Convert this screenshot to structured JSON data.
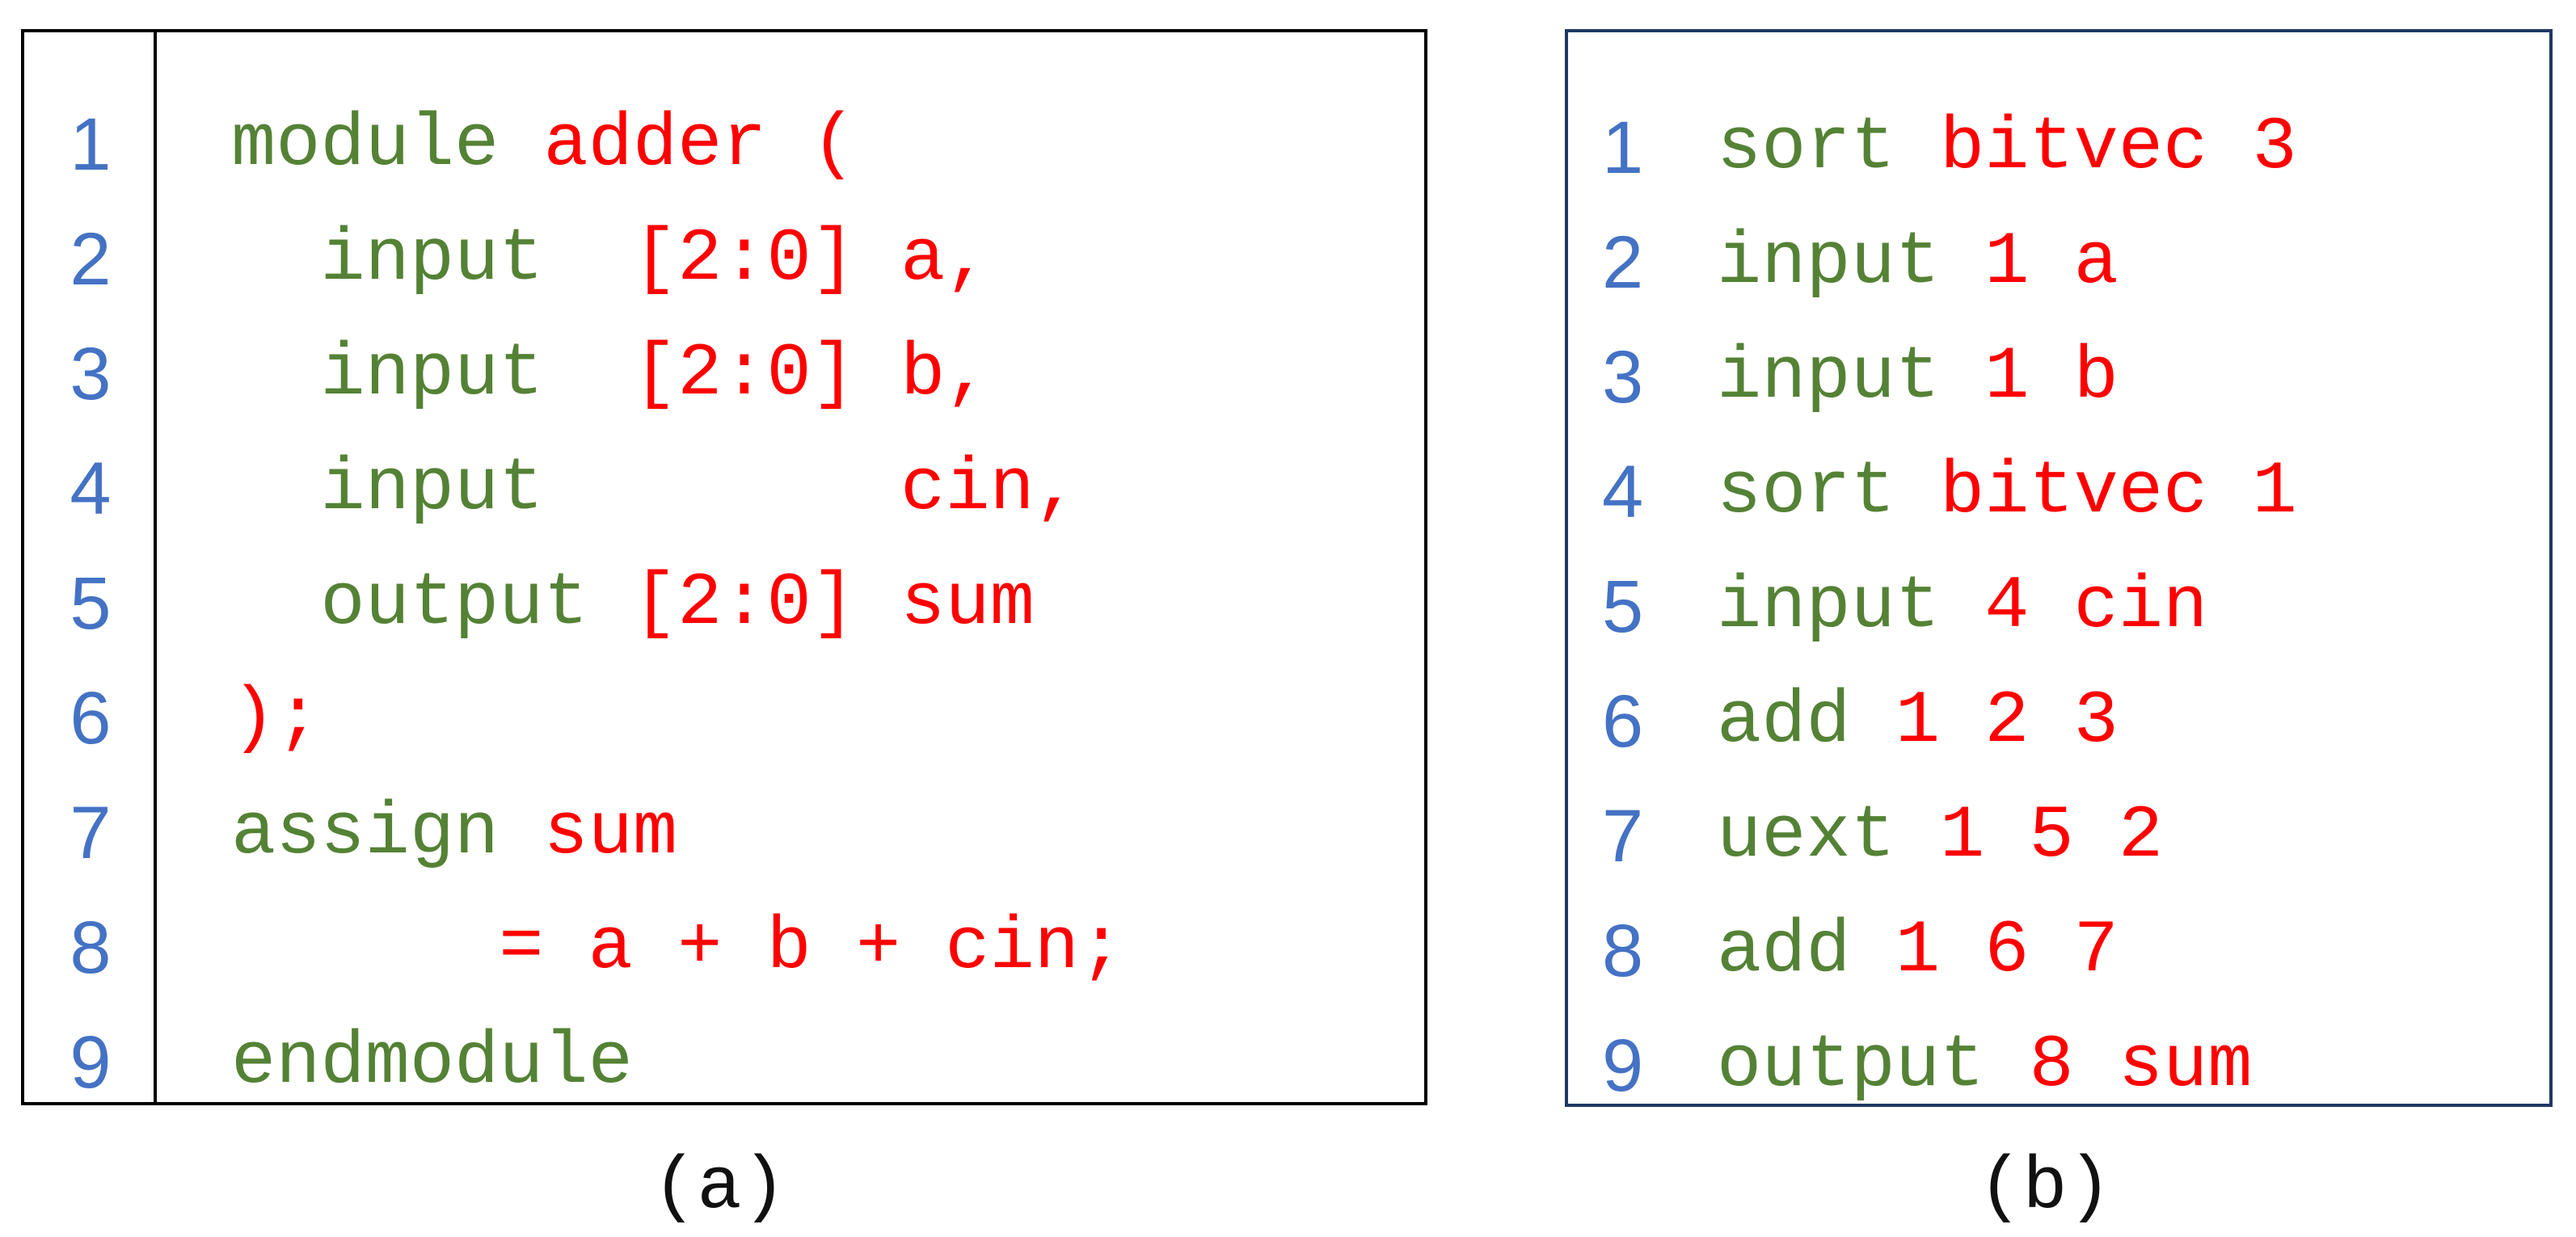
{
  "colors": {
    "line_number": "#4472c4",
    "keyword": "#548235",
    "value": "#ff0000",
    "border_a": "#000000",
    "border_b": "#1f3864"
  },
  "panel_a": {
    "caption": "(a)",
    "lines": [
      {
        "n": "1",
        "kw": "module ",
        "rest": "adder ("
      },
      {
        "n": "2",
        "kw": "  input  ",
        "rest": "[2:0] a,"
      },
      {
        "n": "3",
        "kw": "  input  ",
        "rest": "[2:0] b,"
      },
      {
        "n": "4",
        "kw": "  input        ",
        "rest": "cin,"
      },
      {
        "n": "5",
        "kw": "  output ",
        "rest": "[2:0] sum"
      },
      {
        "n": "6",
        "kw": "",
        "rest": ");"
      },
      {
        "n": "7",
        "kw": "assign ",
        "rest": "sum"
      },
      {
        "n": "8",
        "kw": "      ",
        "rest": "= a + b + cin;"
      },
      {
        "n": "9",
        "kw": "endmodule",
        "rest": ""
      }
    ]
  },
  "panel_b": {
    "caption": "(b)",
    "lines": [
      {
        "n": "1",
        "kw": "sort ",
        "rest": "bitvec 3"
      },
      {
        "n": "2",
        "kw": "input ",
        "rest": "1 a"
      },
      {
        "n": "3",
        "kw": "input ",
        "rest": "1 b"
      },
      {
        "n": "4",
        "kw": "sort ",
        "rest": "bitvec 1"
      },
      {
        "n": "5",
        "kw": "input ",
        "rest": "4 cin"
      },
      {
        "n": "6",
        "kw": "add ",
        "rest": "1 2 3"
      },
      {
        "n": "7",
        "kw": "uext ",
        "rest": "1 5 2"
      },
      {
        "n": "8",
        "kw": "add ",
        "rest": "1 6 7"
      },
      {
        "n": "9",
        "kw": "output ",
        "rest": "8 sum"
      }
    ]
  }
}
